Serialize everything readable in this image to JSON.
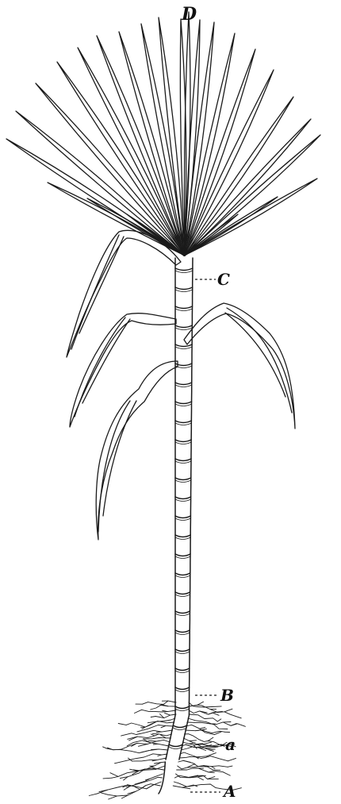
{
  "labels": {
    "top_tip": "D",
    "upper_node": "C",
    "base_node": "B",
    "root_zone": "a",
    "root_tip": "A"
  },
  "colors": {
    "ink": "#1a1a1a",
    "paper": "#ffffff"
  }
}
